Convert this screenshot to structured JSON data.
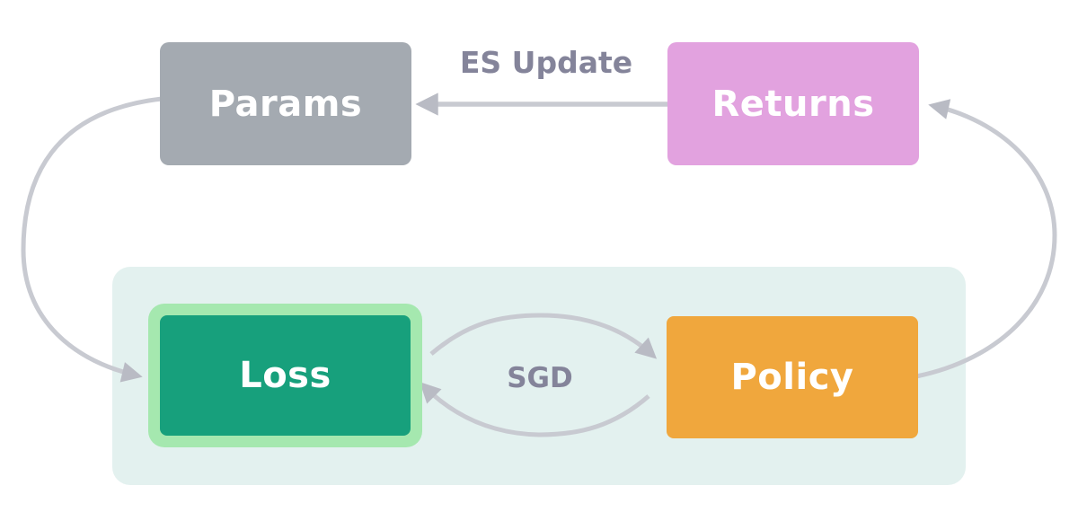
{
  "diagram": {
    "nodes": {
      "params": {
        "label": "Params",
        "fill": "#a4aab1"
      },
      "returns": {
        "label": "Returns",
        "fill": "#e2a2df"
      },
      "loss": {
        "label": "Loss",
        "fill": "#17a07c",
        "highlight_ring": "#a5e8af"
      },
      "policy": {
        "label": "Policy",
        "fill": "#f0a73d"
      }
    },
    "group": {
      "fill": "#e3f1ef",
      "contains": [
        "Loss",
        "Policy"
      ]
    },
    "edge_labels": {
      "es_update": "ES Update",
      "sgd": "SGD"
    },
    "edges": [
      {
        "id": "es-update-arrow",
        "label": "ES Update",
        "from": "Returns",
        "to": "Params",
        "style": "straight"
      },
      {
        "id": "sgd-forward-arrow",
        "label": "SGD",
        "from": "Loss",
        "to": "Policy",
        "style": "curved"
      },
      {
        "id": "sgd-backward-arrow",
        "label": "SGD",
        "from": "Policy",
        "to": "Loss",
        "style": "curved"
      },
      {
        "id": "params-to-loss-arrow",
        "from": "Params",
        "to": "Loss",
        "style": "curved"
      },
      {
        "id": "policy-to-returns-arrow",
        "from": "Policy",
        "to": "Returns",
        "style": "curved"
      }
    ],
    "colors": {
      "arrow": "#c8cad1",
      "arrowhead": "#b9bbc4",
      "edge_label": "#84849a",
      "background": "#ffffff"
    }
  }
}
